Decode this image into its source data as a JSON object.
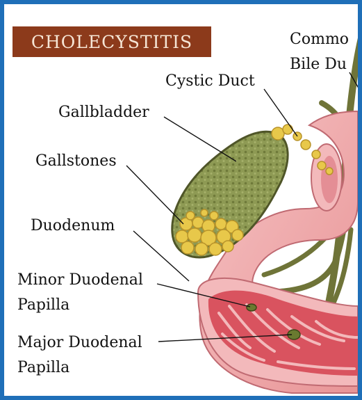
{
  "title": "CHOLECYSTITIS",
  "labels": {
    "common_bile_duct_line1": "Commo",
    "common_bile_duct_line2": "Bile Du",
    "cystic_duct": "Cystic Duct",
    "gallbladder": "Gallbladder",
    "gallstones": "Gallstones",
    "duodenum": "Duodenum",
    "minor_papilla_line1": "Minor Duodenal",
    "minor_papilla_line2": "Papilla",
    "major_papilla_line1": "Major Duodenal",
    "major_papilla_line2": "Papilla"
  },
  "colors": {
    "frame": "#1f6fb8",
    "title_bg": "#8c3a1b",
    "title_text": "#f6e6d6",
    "gallbladder": "#8f9a55",
    "gallstones": "#e8c84a",
    "duodenum": "#f0aeb0",
    "duodenum_inner": "#d9535f",
    "ducts": "#6f7438"
  }
}
